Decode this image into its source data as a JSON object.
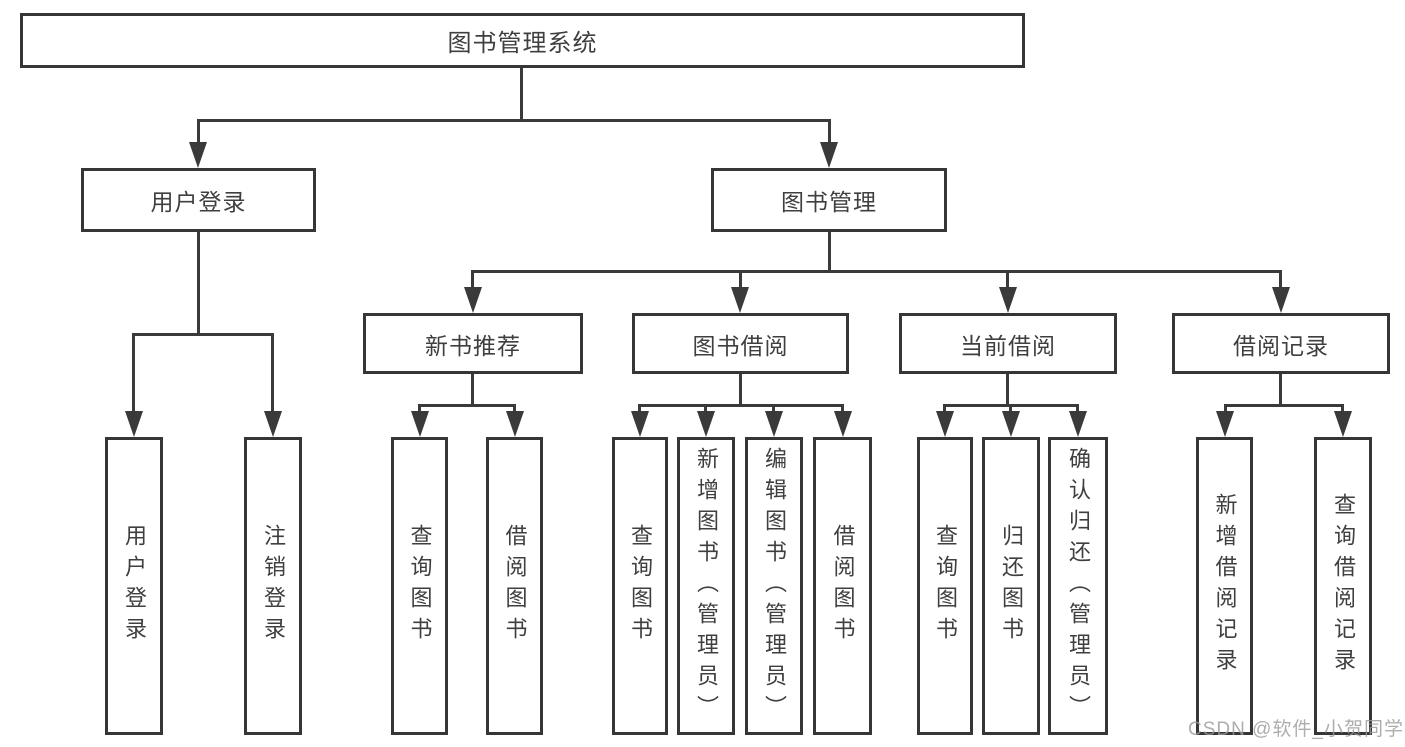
{
  "diagram_type": "hierarchy-chart",
  "colors": {
    "background": "#ffffff",
    "line": "#3a3a3a",
    "box_border": "#363636",
    "text": "#3f3f3f",
    "watermark": "#9b9b9b"
  },
  "tree": {
    "label": "图书管理系统",
    "children": [
      {
        "label": "用户登录",
        "children": [
          {
            "label": "用户登录"
          },
          {
            "label": "注销登录"
          }
        ]
      },
      {
        "label": "图书管理",
        "children": [
          {
            "label": "新书推荐",
            "children": [
              {
                "label": "查询图书"
              },
              {
                "label": "借阅图书"
              }
            ]
          },
          {
            "label": "图书借阅",
            "children": [
              {
                "label": "查询图书"
              },
              {
                "label": "新增图书（管理员）"
              },
              {
                "label": "编辑图书（管理员）"
              },
              {
                "label": "借阅图书"
              }
            ]
          },
          {
            "label": "当前借阅",
            "children": [
              {
                "label": "查询图书"
              },
              {
                "label": "归还图书"
              },
              {
                "label": "确认归还（管理员）"
              }
            ]
          },
          {
            "label": "借阅记录",
            "children": [
              {
                "label": "新增借阅记录"
              },
              {
                "label": "查询借阅记录"
              }
            ]
          }
        ]
      }
    ]
  },
  "watermark": {
    "text": "CSDN @软件_小贺同学"
  }
}
